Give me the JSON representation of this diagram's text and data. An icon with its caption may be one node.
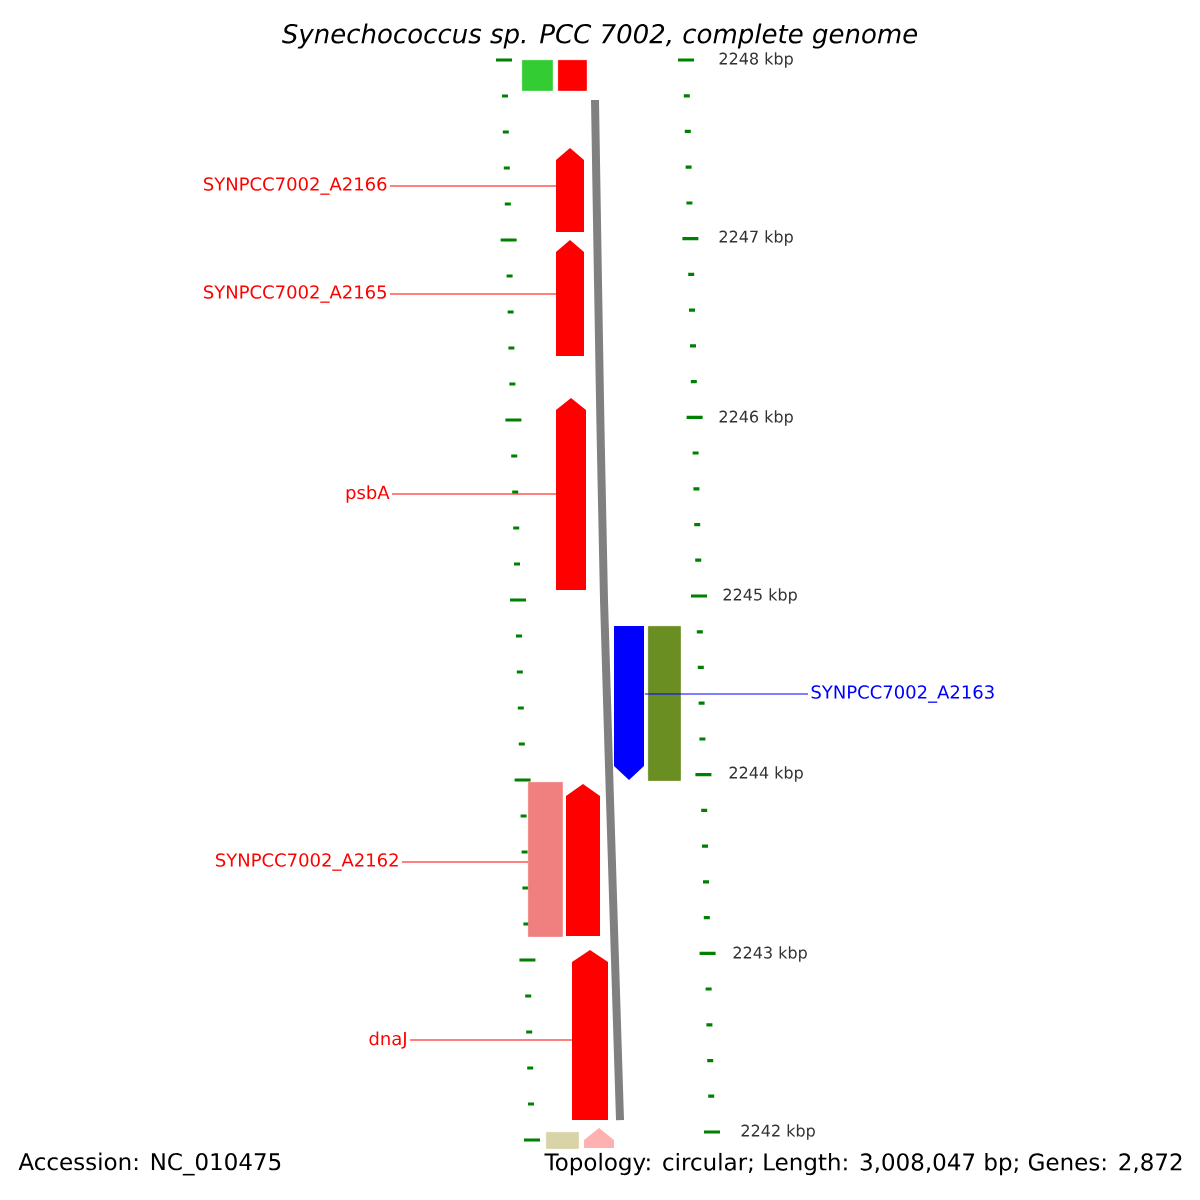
{
  "diagram": {
    "title": "Synechococcus sp. PCC 7002, complete genome",
    "nodes": [
      {
        "text": [],
        "shape": "box"
      },
      {
        "text": [],
        "shape": "box"
      },
      {
        "text": [],
        "shape": "pentagon"
      },
      {
        "text": [],
        "shape": "pentagon"
      },
      {
        "text": [],
        "shape": "pentagon"
      },
      {
        "text": [],
        "shape": "pentagon"
      },
      {
        "text": [],
        "shape": "box"
      },
      {
        "text": [],
        "shape": "box"
      },
      {
        "text": [],
        "shape": "pentagon"
      },
      {
        "text": [],
        "shape": "pentagon"
      },
      {
        "text": [],
        "shape": "box"
      },
      {
        "text": [],
        "shape": "pentagon"
      },
      {
        "text": [
          "SYNPCC7002_A2166"
        ]
      },
      {
        "text": [
          "SYNPCC7002_A2165"
        ]
      },
      {
        "text": [
          "psbA"
        ]
      },
      {
        "text": [
          "SYNPCC7002_A2163"
        ]
      },
      {
        "text": [
          "SYNPCC7002_A2162"
        ]
      },
      {
        "text": [
          "dnaJ"
        ]
      }
    ],
    "edges": [
      {
        "from": 12,
        "to": 2,
        "arrow": "none"
      },
      {
        "from": 13,
        "to": 3,
        "arrow": "none"
      },
      {
        "from": 14,
        "to": 4,
        "arrow": "none"
      },
      {
        "from": 15,
        "to": 5,
        "arrow": "none",
        "color": "#0000ff"
      },
      {
        "from": 16,
        "to": 7,
        "arrow": "none"
      },
      {
        "from": 17,
        "to": 9,
        "arrow": "none"
      }
    ],
    "labels": [
      "2248 kbp",
      "2247 kbp",
      "2246 kbp",
      "2245 kbp",
      "2244 kbp",
      "2243 kbp",
      "2242 kbp",
      "Accession: NC_010475",
      "Topology: circular; Length: 3,008,047 bp; Genes: 2,872"
    ]
  }
}
